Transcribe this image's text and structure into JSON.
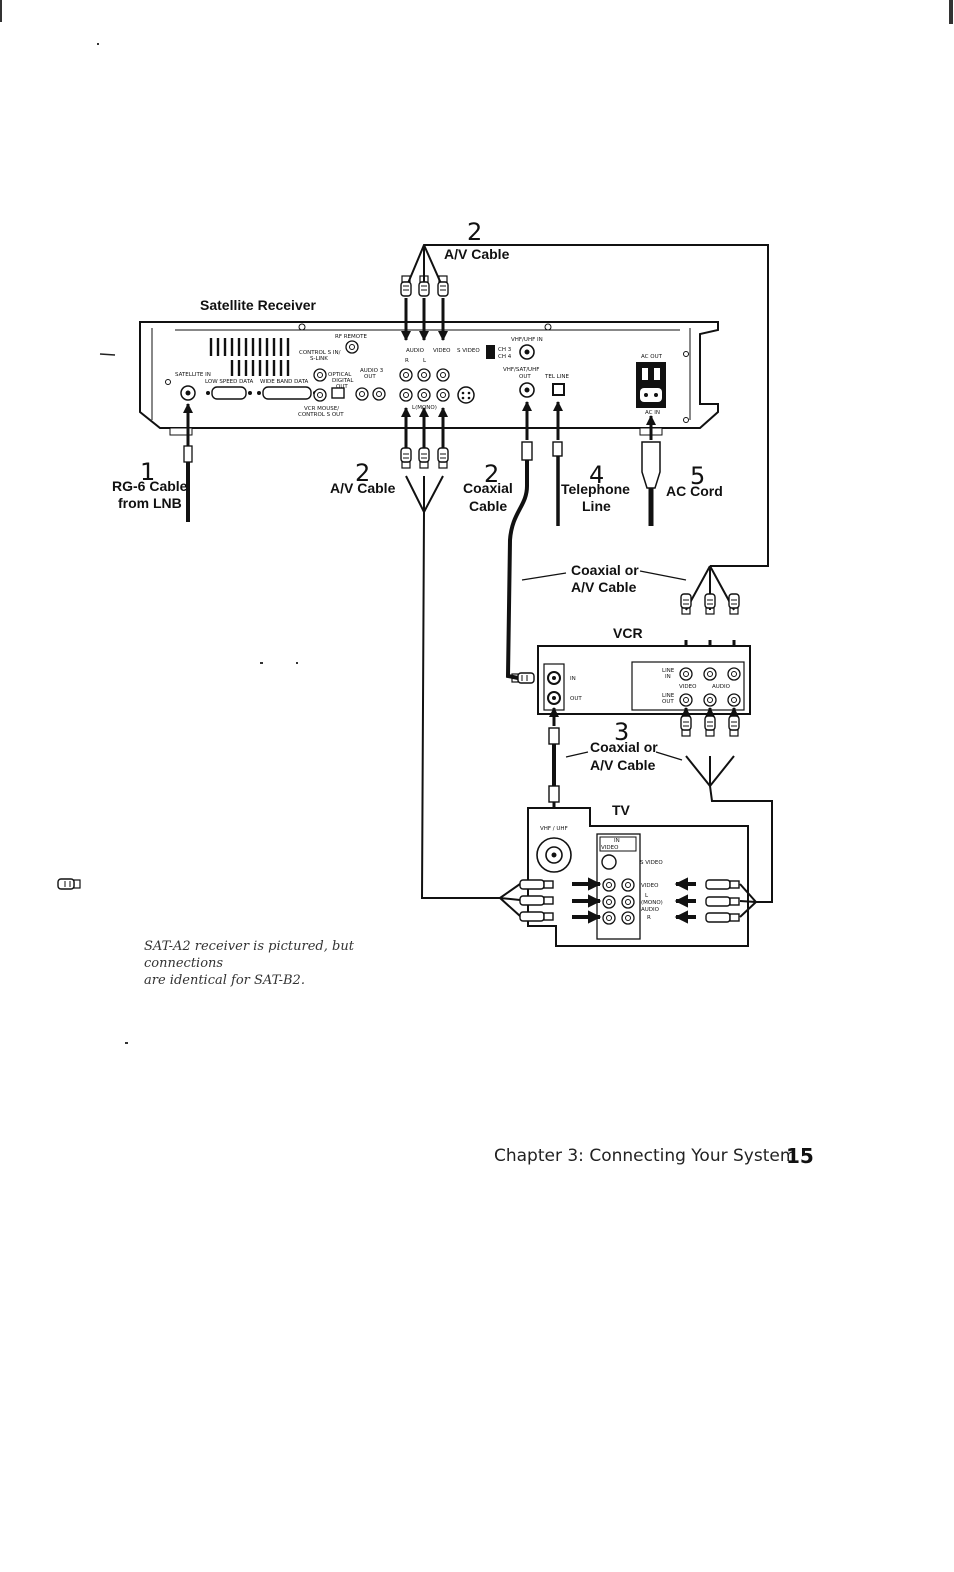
{
  "receiver": {
    "title": "Satellite Receiver",
    "ports": {
      "rf_remote": "RF REMOTE",
      "control_s_in": "CONTROL S IN/",
      "s_link": "S-LINK",
      "satellite_in": "SATELLITE IN",
      "low_speed_data": "LOW SPEED DATA",
      "wide_band_data": "WIDE BAND DATA",
      "optical": "OPTICAL",
      "digital": "DIGITAL",
      "out": "OUT",
      "vcr_mouse": "VCR MOUSE/",
      "control_s_out": "CONTROL S OUT",
      "audio3": "AUDIO 3",
      "audio3_out": "OUT",
      "audio": "AUDIO",
      "video": "VIDEO",
      "s_video": "S VIDEO",
      "r": "R",
      "l": "L",
      "l_mono": "L(MONO)",
      "vhf_uhf_in": "VHF/UHF IN",
      "ch3": "CH 3",
      "ch4": "CH 4",
      "vhf_sat_uhf_out": "VHF/SAT/UHF",
      "vhf_out": "OUT",
      "tel_line": "TEL LINE",
      "ac_out": "AC OUT",
      "ac_in": "AC IN"
    }
  },
  "callouts": {
    "c1": {
      "num": "1",
      "line1": "RG-6 Cable",
      "line2": "from LNB"
    },
    "c2_top": {
      "num": "2",
      "line1": "A/V Cable"
    },
    "c2_left": {
      "num": "2",
      "line1": "A/V Cable"
    },
    "c2_coax": {
      "num": "2",
      "line1": "Coaxial",
      "line2": "Cable"
    },
    "c4": {
      "num": "4",
      "line1": "Telephone",
      "line2": "Line"
    },
    "c5": {
      "num": "5",
      "line1": "AC Cord"
    },
    "c_vcr_in": {
      "line1": "Coaxial or",
      "line2": "A/V Cable"
    },
    "c3": {
      "num": "3",
      "line1": "Coaxial or",
      "line2": "A/V Cable"
    }
  },
  "vcr": {
    "title": "VCR",
    "in": "IN",
    "out": "OUT",
    "line_in_1": "LINE",
    "line_in_2": "IN",
    "line_out_1": "LINE",
    "line_out_2": "OUT",
    "video": "VIDEO",
    "audio": "AUDIO"
  },
  "tv": {
    "title": "TV",
    "vhf_uhf": "VHF / UHF",
    "in": "IN",
    "video": "VIDEO",
    "s_video": "S VIDEO",
    "l": "L",
    "mono": "(MONO)",
    "audio": "AUDIO",
    "r": "R"
  },
  "caption": {
    "line1": "SAT-A2 receiver is pictured, but connections",
    "line2": "are identical for SAT-B2."
  },
  "footer": {
    "chapter": "Chapter 3: Connecting Your System",
    "page": "15"
  }
}
